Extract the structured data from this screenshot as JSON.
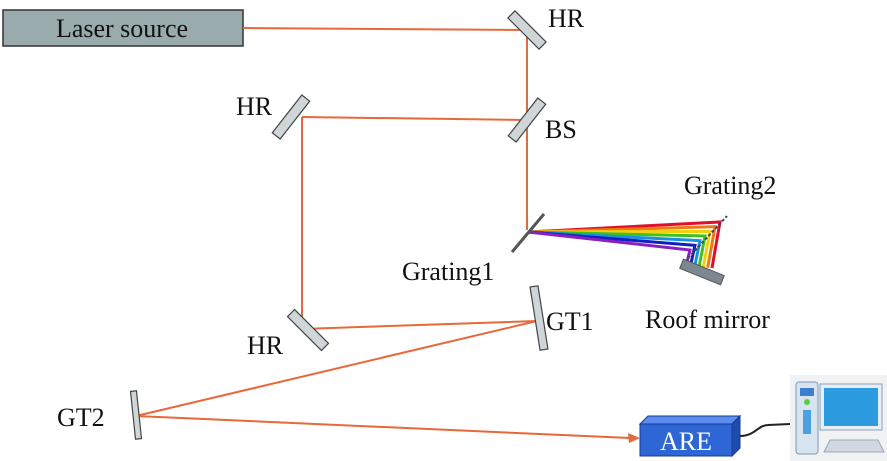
{
  "diagram": {
    "components": {
      "laser_source": "Laser source",
      "hr_top": "HR",
      "hr_left": "HR",
      "bs": "BS",
      "hr_bottom": "HR",
      "grating1": "Grating1",
      "grating2": "Grating2",
      "roof_mirror": "Roof mirror",
      "gt1": "GT1",
      "gt2": "GT2",
      "are": "ARE"
    },
    "icons": {
      "computer": "computer-icon"
    },
    "colors": {
      "beam": "#e8683a",
      "laser_box": "#9aabad",
      "are_box": "#2f66d6",
      "mirror": "#cfd6d8"
    },
    "spectrum_colors": [
      "#e0102a",
      "#f07a10",
      "#f0d010",
      "#40c020",
      "#1a8fe0",
      "#1020c0",
      "#8a20c0"
    ]
  }
}
